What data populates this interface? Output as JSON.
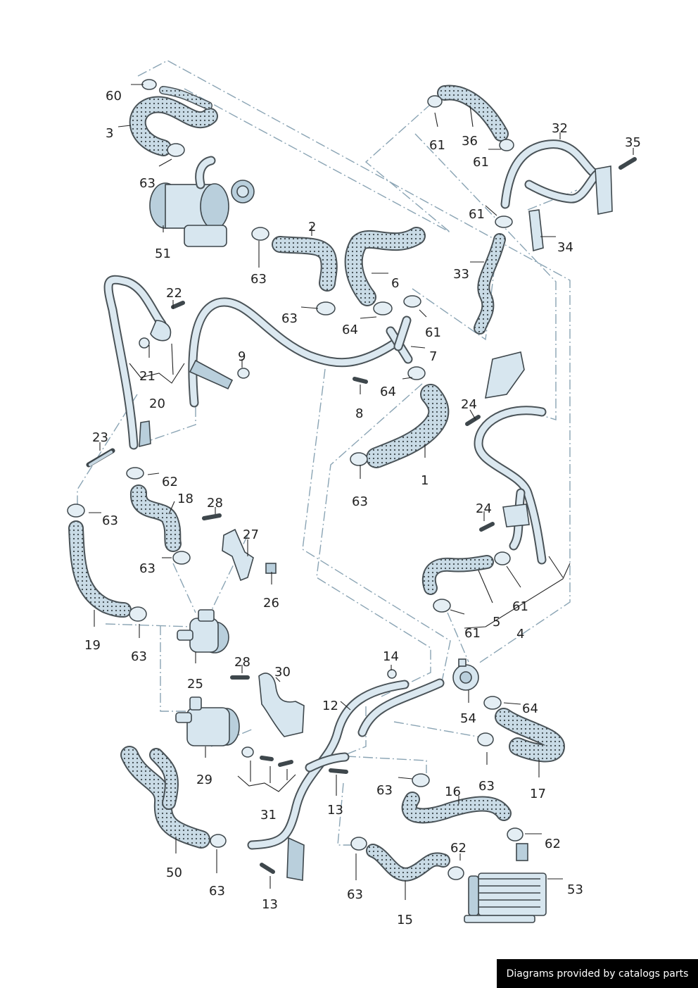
{
  "diagram": {
    "labels": [
      {
        "id": "60",
        "text": "60"
      },
      {
        "id": "3",
        "text": "3"
      },
      {
        "id": "63a",
        "text": "63"
      },
      {
        "id": "51",
        "text": "51"
      },
      {
        "id": "63b",
        "text": "63"
      },
      {
        "id": "2",
        "text": "2"
      },
      {
        "id": "63c",
        "text": "63"
      },
      {
        "id": "6",
        "text": "6"
      },
      {
        "id": "64a",
        "text": "64"
      },
      {
        "id": "61a",
        "text": "61"
      },
      {
        "id": "7",
        "text": "7"
      },
      {
        "id": "61b",
        "text": "61"
      },
      {
        "id": "36",
        "text": "36"
      },
      {
        "id": "61c",
        "text": "61"
      },
      {
        "id": "32",
        "text": "32"
      },
      {
        "id": "35",
        "text": "35"
      },
      {
        "id": "61d",
        "text": "61"
      },
      {
        "id": "34",
        "text": "34"
      },
      {
        "id": "33",
        "text": "33"
      },
      {
        "id": "22",
        "text": "22"
      },
      {
        "id": "21",
        "text": "21"
      },
      {
        "id": "9",
        "text": "9"
      },
      {
        "id": "20",
        "text": "20"
      },
      {
        "id": "8",
        "text": "8"
      },
      {
        "id": "64b",
        "text": "64"
      },
      {
        "id": "24a",
        "text": "24"
      },
      {
        "id": "23",
        "text": "23"
      },
      {
        "id": "62a",
        "text": "62"
      },
      {
        "id": "1",
        "text": "1"
      },
      {
        "id": "63d",
        "text": "63"
      },
      {
        "id": "18",
        "text": "18"
      },
      {
        "id": "63e",
        "text": "63"
      },
      {
        "id": "28a",
        "text": "28"
      },
      {
        "id": "27",
        "text": "27"
      },
      {
        "id": "24b",
        "text": "24"
      },
      {
        "id": "63f",
        "text": "63"
      },
      {
        "id": "26",
        "text": "26"
      },
      {
        "id": "61e",
        "text": "61"
      },
      {
        "id": "5",
        "text": "5"
      },
      {
        "id": "61f",
        "text": "61"
      },
      {
        "id": "4",
        "text": "4"
      },
      {
        "id": "19",
        "text": "19"
      },
      {
        "id": "63g",
        "text": "63"
      },
      {
        "id": "14",
        "text": "14"
      },
      {
        "id": "28b",
        "text": "28"
      },
      {
        "id": "30",
        "text": "30"
      },
      {
        "id": "25",
        "text": "25"
      },
      {
        "id": "12",
        "text": "12"
      },
      {
        "id": "64c",
        "text": "64"
      },
      {
        "id": "54",
        "text": "54"
      },
      {
        "id": "29",
        "text": "29"
      },
      {
        "id": "63h",
        "text": "63"
      },
      {
        "id": "16",
        "text": "16"
      },
      {
        "id": "63i",
        "text": "63"
      },
      {
        "id": "17",
        "text": "17"
      },
      {
        "id": "31",
        "text": "31"
      },
      {
        "id": "13a",
        "text": "13"
      },
      {
        "id": "62b",
        "text": "62"
      },
      {
        "id": "50",
        "text": "50"
      },
      {
        "id": "62c",
        "text": "62"
      },
      {
        "id": "53",
        "text": "53"
      },
      {
        "id": "63j",
        "text": "63"
      },
      {
        "id": "13b",
        "text": "13"
      },
      {
        "id": "63k",
        "text": "63"
      },
      {
        "id": "15",
        "text": "15"
      }
    ]
  },
  "footer": {
    "credit": "Diagrams provided by catalogs parts"
  }
}
